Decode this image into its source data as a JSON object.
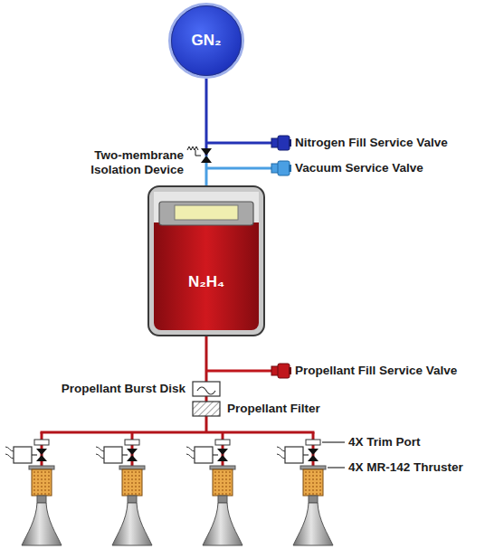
{
  "diagram": {
    "nodes": [
      {
        "text": [
          "GN₂"
        ]
      },
      {
        "text": [
          "N₂H₄"
        ]
      }
    ],
    "edges": [
      {
        "from": 0,
        "to": 1,
        "arrow": "none"
      }
    ],
    "labels": [
      "Nitrogen Fill Service Valve",
      "Two-membrane Isolation Device",
      "Vacuum Service Valve",
      "Propellant Fill Service Valve",
      "Propellant Burst Disk",
      "Propellant Filter",
      "4X Trim Port",
      "4X MR-142 Thruster"
    ]
  }
}
